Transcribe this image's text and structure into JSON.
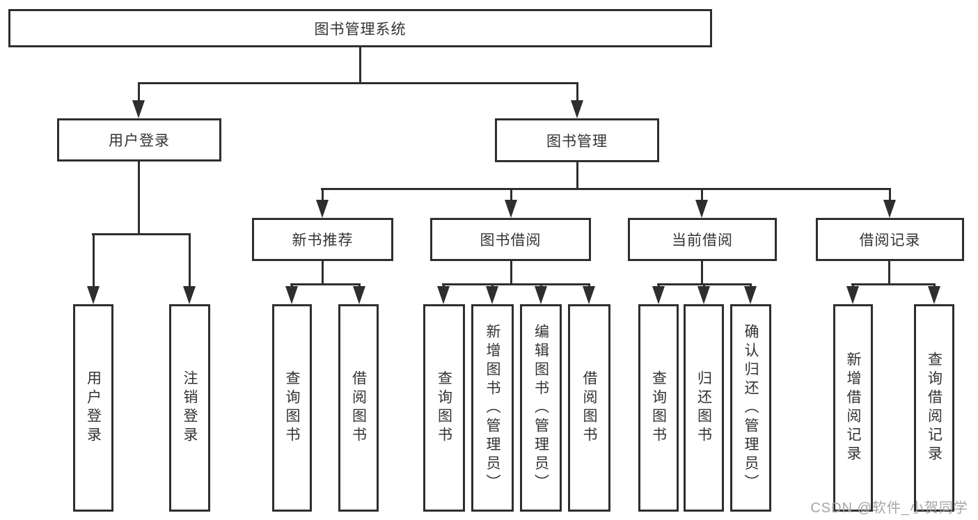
{
  "diagram": {
    "root": {
      "label": "图书管理系统"
    },
    "branches": [
      {
        "label": "用户登录",
        "children": [
          {
            "label": "用户登录"
          },
          {
            "label": "注销登录"
          }
        ]
      },
      {
        "label": "图书管理",
        "children": [
          {
            "label": "新书推荐",
            "children": [
              {
                "label": "查询图书"
              },
              {
                "label": "借阅图书"
              }
            ]
          },
          {
            "label": "图书借阅",
            "children": [
              {
                "label": "查询图书"
              },
              {
                "label": "新增图书（管理员）"
              },
              {
                "label": "编辑图书（管理员）"
              },
              {
                "label": "借阅图书"
              }
            ]
          },
          {
            "label": "当前借阅",
            "children": [
              {
                "label": "查询图书"
              },
              {
                "label": "归还图书"
              },
              {
                "label": "确认归还（管理员）"
              }
            ]
          },
          {
            "label": "借阅记录",
            "children": [
              {
                "label": "新增借阅记录"
              },
              {
                "label": "查询借阅记录"
              }
            ]
          }
        ]
      }
    ]
  },
  "watermark": {
    "text": "CSDN @软件_小贺同学"
  },
  "colors": {
    "line": "#2e2e2e",
    "text": "#333333",
    "background": "#ffffff",
    "watermark": "#a6a6a6"
  }
}
